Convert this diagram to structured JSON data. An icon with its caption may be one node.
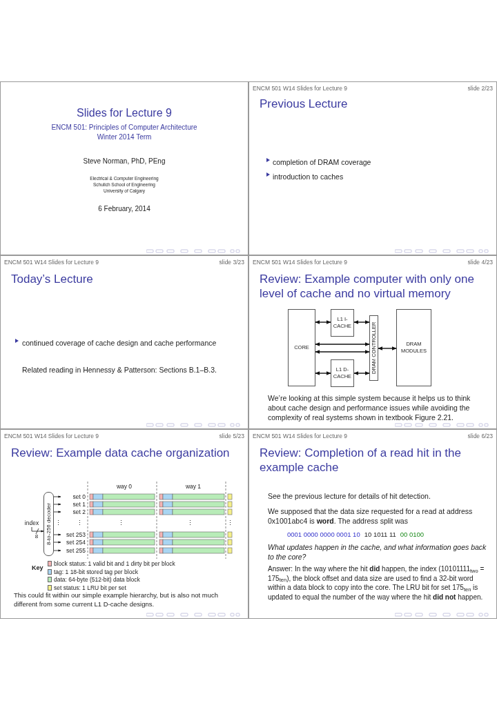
{
  "diagram": {
    "nodes": [
      {
        "text": [
          "CORE"
        ]
      },
      {
        "text": [
          "L1 I- CACHE"
        ]
      },
      {
        "text": [
          "L1 D- CACHE"
        ]
      },
      {
        "text": [
          "DRAM CONTROLLER"
        ]
      },
      {
        "text": [
          "DRAM MODULES"
        ]
      },
      {
        "text": [
          "8-to-256 decoder"
        ]
      },
      {
        "text": [
          "index"
        ]
      },
      {
        "text": [
          "set 0"
        ]
      },
      {
        "text": [
          "set 1"
        ]
      },
      {
        "text": [
          "set 2"
        ]
      },
      {
        "text": [
          "set 253"
        ]
      },
      {
        "text": [
          "set 254"
        ]
      },
      {
        "text": [
          "set 255"
        ]
      }
    ],
    "edges": [
      {
        "from": 0,
        "to": 1,
        "arrow": "both"
      },
      {
        "from": 1,
        "to": 3,
        "arrow": "both"
      },
      {
        "from": 0,
        "to": 3,
        "arrow": "both"
      },
      {
        "from": 0,
        "to": 3,
        "arrow": "both"
      },
      {
        "from": 0,
        "to": 2,
        "arrow": "both"
      },
      {
        "from": 2,
        "to": 3,
        "arrow": "both"
      },
      {
        "from": 3,
        "to": 4,
        "arrow": "both"
      },
      {
        "from": 6,
        "to": 5,
        "arrow": "to"
      },
      {
        "from": 5,
        "to": 7,
        "arrow": "to"
      },
      {
        "from": 5,
        "to": 8,
        "arrow": "to"
      },
      {
        "from": 5,
        "to": 9,
        "arrow": "to"
      },
      {
        "from": 5,
        "to": 10,
        "arrow": "to"
      },
      {
        "from": 5,
        "to": 11,
        "arrow": "to"
      },
      {
        "from": 5,
        "to": 12,
        "arrow": "to"
      }
    ],
    "labels": [
      "Slides for Lecture 9",
      "ENCM 501: Principles of Computer Architecture",
      "Winter 2014 Term",
      "Steve Norman, PhD, PEng",
      "Electrical & Computer Engineering",
      "Schulich School of Engineering",
      "University of Calgary",
      "6 February, 2014",
      "ENCM 501 W14 Slides for Lecture 9",
      "slide 2/23",
      "Previous Lecture",
      "completion of DRAM coverage",
      "introduction to caches",
      "ENCM 501 W14 Slides for Lecture 9",
      "slide 3/23",
      "Today’s Lecture",
      "continued coverage of cache design and cache performance",
      "Related reading in Hennessy & Patterson: Sections B.1–B.3.",
      "ENCM 501 W14 Slides for Lecture 9",
      "slide 4/23",
      "Review: Example computer with only one level of cache and no virtual memory",
      "We’re looking at this simple system because it helps us to think about cache design and performance issues while avoiding the complexity of real systems shown in textbook Figure 2.21.",
      "ENCM 501 W14 Slides for Lecture 9",
      "slide 5/23",
      "Review: Example data cache organization",
      "way 0",
      "way 1",
      "⋮",
      "⋮",
      "⋮",
      "⋮",
      "⋮",
      "8",
      "Key",
      "This could fit within our simple example hierarchy, but is also not much different from some current L1 D-cache designs.",
      "ENCM 501 W14 Slides for Lecture 9",
      "slide 6/23",
      "Review: Completion of a read hit in the example cache",
      "See the previous lecture for details of hit detection.",
      "We supposed that the data size requested for a read at address 0x1001abc4 is **word**. The address split was",
      "0001 0000 0000 0001 10",
      "10 1011 11",
      "00 0100",
      "What updates happen in the cache, and what information goes back to the core?",
      "Answer: In the way where the hit **did** happen, the index (10101111$_{two}$ = 175$_{ten}$), the block offset and data size are used to find a 32-bit word within a data block to copy into the core. The LRU bit for set 175$_{ten}$ is updated to equal the number of the way where the hit **did not** happen."
    ],
    "legend": [
      {
        "text": "block status: 1 valid bit and 1 dirty bit per block",
        "color": "#f4b4b4"
      },
      {
        "text": "tag: 1 18-bit stored tag per block",
        "color": "#a9d5f2"
      },
      {
        "text": "data: 64-byte (512-bit) data block",
        "color": "#b8ecb8"
      },
      {
        "text": "set status: 1 LRU bit per set",
        "color": "#f5f08a"
      }
    ]
  }
}
